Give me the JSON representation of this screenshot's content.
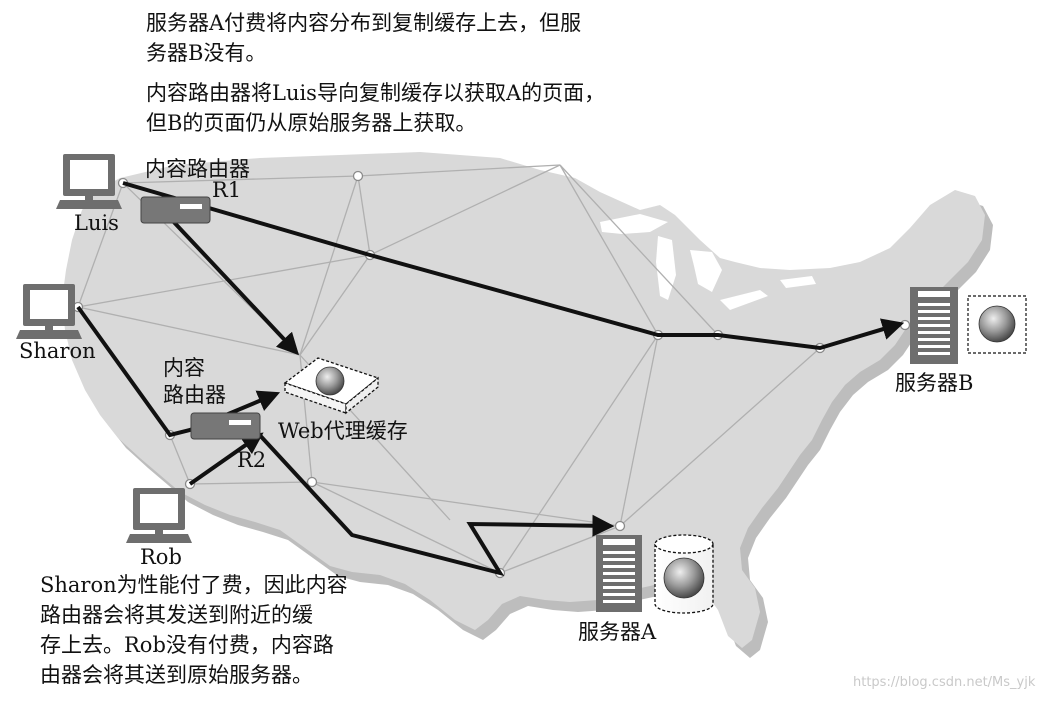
{
  "captions": {
    "top_1": "服务器A付费将内容分布到复制缓存上去，但服\n务器B没有。",
    "top_2": "内容路由器将Luis导向复制缓存以获取A的页面，\n但B的页面仍从原始服务器上获取。",
    "bottom": "Sharon为性能付了费，因此内容\n路由器会将其发送到附近的缓\n存上去。Rob没有付费，内容路\n由器会将其送到原始服务器。"
  },
  "labels": {
    "router1": "内容路由器",
    "router1_id": "R1",
    "router2": "内容\n路由器",
    "router2_id": "R2",
    "luis": "Luis",
    "sharon": "Sharon",
    "rob": "Rob",
    "web_cache": "Web代理缓存",
    "server_a": "服务器A",
    "server_b": "服务器B"
  },
  "watermark": "https://blog.csdn.net/Ms_yjk",
  "colors": {
    "map": "#d9d9d9",
    "map_shadow": "#bdbdbd",
    "edge": "#b0b0b0",
    "arrow": "#111111",
    "device": "#777777"
  }
}
